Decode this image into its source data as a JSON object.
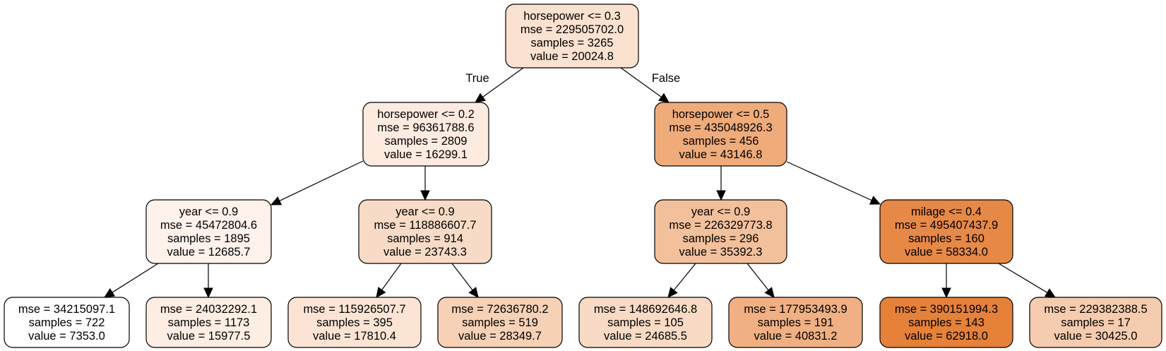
{
  "nodes": [
    {
      "id": "n0",
      "fill": "#fbe1cf",
      "lines": [
        "horsepower <= 0.3",
        "mse = 229505702.0",
        "samples = 3265",
        "value = 20024.8"
      ]
    },
    {
      "id": "n1",
      "fill": "#fdebdf",
      "lines": [
        "horsepower <= 0.2",
        "mse = 96361788.6",
        "samples = 2809",
        "value = 16299.1"
      ]
    },
    {
      "id": "n2",
      "fill": "#f0ab7b",
      "lines": [
        "horsepower <= 0.5",
        "mse = 435048926.3",
        "samples = 456",
        "value = 43146.8"
      ]
    },
    {
      "id": "n3",
      "fill": "#fef2ea",
      "lines": [
        "year <= 0.9",
        "mse = 45472804.6",
        "samples = 1895",
        "value = 12685.7"
      ]
    },
    {
      "id": "n4",
      "fill": "#f8dbc6",
      "lines": [
        "year <= 0.9",
        "mse = 118886607.7",
        "samples = 914",
        "value = 23743.3"
      ]
    },
    {
      "id": "n5",
      "fill": "#f3c09c",
      "lines": [
        "year <= 0.9",
        "mse = 226329773.8",
        "samples = 296",
        "value = 35392.3"
      ]
    },
    {
      "id": "n6",
      "fill": "#e78946",
      "lines": [
        "milage <= 0.4",
        "mse = 495407437.9",
        "samples = 160",
        "value = 58334.0"
      ]
    },
    {
      "id": "n7",
      "fill": "#ffffff",
      "lines": [
        "mse = 34215097.1",
        "samples = 722",
        "value = 7353.0"
      ]
    },
    {
      "id": "n8",
      "fill": "#fdede3",
      "lines": [
        "mse = 24032292.1",
        "samples = 1173",
        "value = 15977.5"
      ]
    },
    {
      "id": "n9",
      "fill": "#fbe4d4",
      "lines": [
        "mse = 115926507.7",
        "samples = 395",
        "value = 17810.4"
      ]
    },
    {
      "id": "n10",
      "fill": "#f6d1b6",
      "lines": [
        "mse = 72636780.2",
        "samples = 519",
        "value = 28349.7"
      ]
    },
    {
      "id": "n11",
      "fill": "#f8dac5",
      "lines": [
        "mse = 148692646.8",
        "samples = 105",
        "value = 24685.5"
      ]
    },
    {
      "id": "n12",
      "fill": "#f0b083",
      "lines": [
        "mse = 177953493.9",
        "samples = 191",
        "value = 40831.2"
      ]
    },
    {
      "id": "n13",
      "fill": "#e58139",
      "lines": [
        "mse = 390151994.3",
        "samples = 143",
        "value = 62918.0"
      ]
    },
    {
      "id": "n14",
      "fill": "#f5ccaf",
      "lines": [
        "mse = 229382388.5",
        "samples = 17",
        "value = 30425.0"
      ]
    }
  ],
  "edges": [
    {
      "from": "n0",
      "to": "n1",
      "label": "True"
    },
    {
      "from": "n0",
      "to": "n2",
      "label": "False"
    },
    {
      "from": "n1",
      "to": "n3",
      "label": ""
    },
    {
      "from": "n1",
      "to": "n4",
      "label": ""
    },
    {
      "from": "n2",
      "to": "n5",
      "label": ""
    },
    {
      "from": "n2",
      "to": "n6",
      "label": ""
    },
    {
      "from": "n3",
      "to": "n7",
      "label": ""
    },
    {
      "from": "n3",
      "to": "n8",
      "label": ""
    },
    {
      "from": "n4",
      "to": "n9",
      "label": ""
    },
    {
      "from": "n4",
      "to": "n10",
      "label": ""
    },
    {
      "from": "n5",
      "to": "n11",
      "label": ""
    },
    {
      "from": "n5",
      "to": "n12",
      "label": ""
    },
    {
      "from": "n6",
      "to": "n13",
      "label": ""
    },
    {
      "from": "n6",
      "to": "n14",
      "label": ""
    }
  ]
}
